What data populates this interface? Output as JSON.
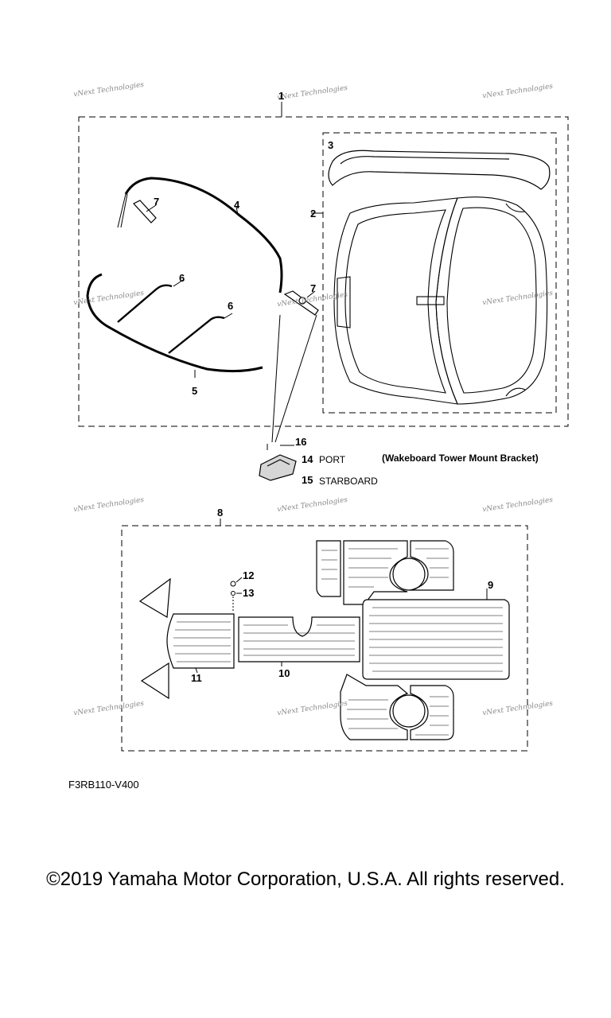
{
  "watermark": "vNext Technologies",
  "callouts": {
    "c1": "1",
    "c2": "2",
    "c3": "3",
    "c4": "4",
    "c5": "5",
    "c6a": "6",
    "c6b": "6",
    "c7a": "7",
    "c7b": "7",
    "c8": "8",
    "c9": "9",
    "c10": "10",
    "c11": "11",
    "c12": "12",
    "c13": "13",
    "c14": "14",
    "c15": "15",
    "c16": "16"
  },
  "labels": {
    "port": "PORT",
    "starboard": "STARBOARD",
    "bracket": "(Wakeboard Tower Mount Bracket)"
  },
  "diagram_code": "F3RB110-V400",
  "copyright": "©2019 Yamaha Motor Corporation, U.S.A. All rights reserved."
}
